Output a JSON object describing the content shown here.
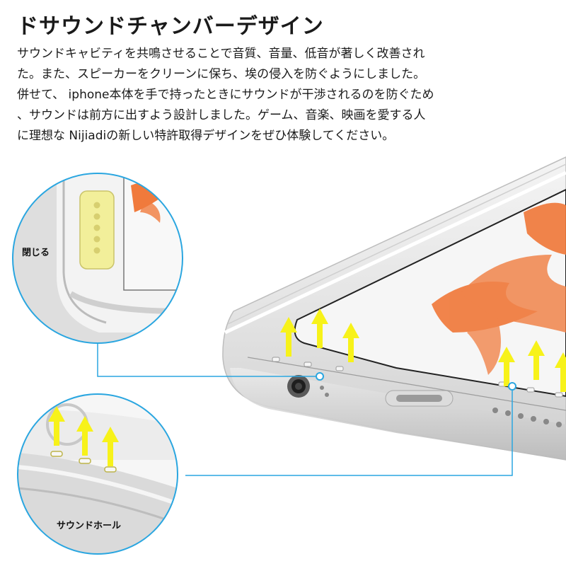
{
  "header": {
    "title": "ドサウンドチャンバーデザイン"
  },
  "description": {
    "lines": [
      "サウンドキャビティを共鳴させることで音質、音量、低音が著しく改善され",
      "た。また、スピーカーをクリーンに保ち、埃の侵入を防ぐようにしました。",
      "併せて、 iphone本体を手で持ったときにサウンドが干渉されるのを防ぐため",
      "、サウンドは前方に出すよう設計しました。ゲーム、音楽、映画を愛する人",
      "に理想な Nijiadiの新しい特許取得デザインをぜひ体験してください。"
    ]
  },
  "callouts": {
    "top_label": "閉じる",
    "bottom_label": "サウンドホール"
  },
  "colors": {
    "accent_cyan": "#2aa6e0",
    "arrow_yellow": "#f7f21a",
    "fish_orange": "#f07a3c",
    "plug_yellow": "#f2ef9a"
  },
  "icons": {
    "arrow": "up-arrow-icon"
  }
}
